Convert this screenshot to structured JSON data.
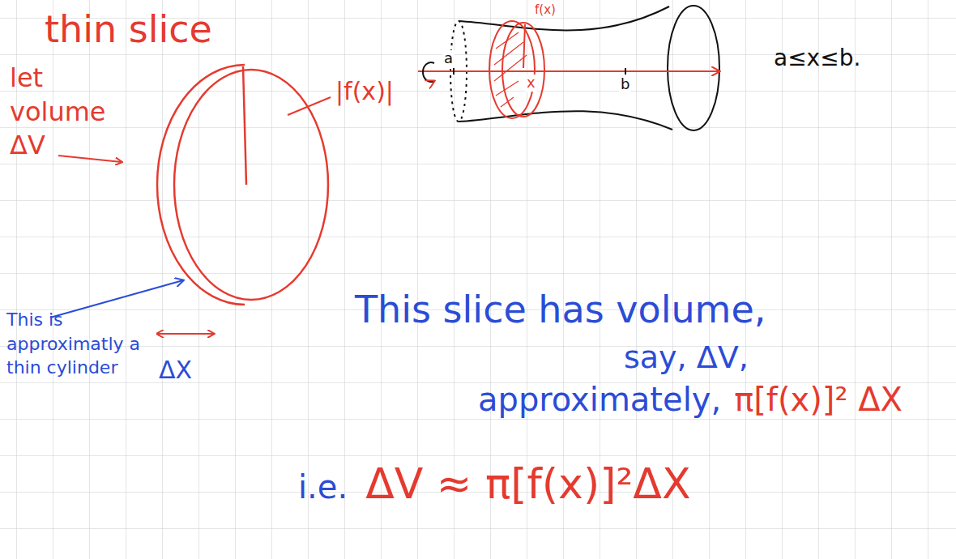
{
  "diagram": {
    "labels": [
      "thin slice",
      "let volume ΔV",
      "|f(x)|",
      "ΔX",
      "This is approximatly a thin cylinder",
      "f(x)",
      "a",
      "x",
      "b",
      "a≤x≤b.",
      "This slice has volume,",
      "say, ΔV,",
      "approximately,",
      "π[f(x)]² ΔX",
      "i.e.",
      "ΔV ≈ π[f(x)]²ΔX"
    ]
  }
}
